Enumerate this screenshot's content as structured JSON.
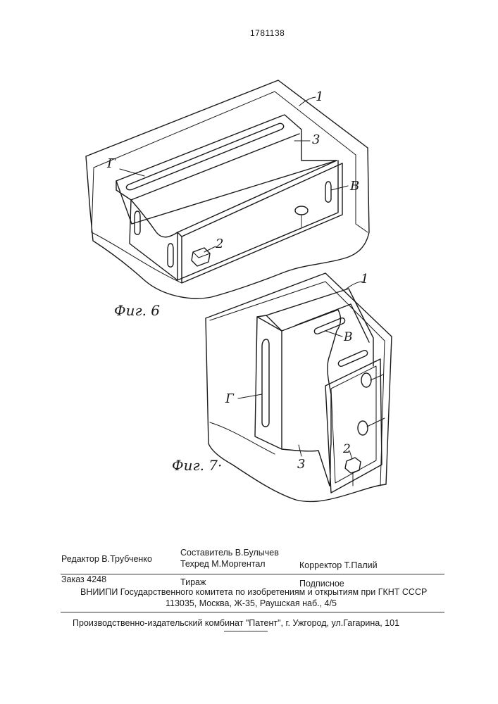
{
  "header": {
    "patent_number": "1781138"
  },
  "figures": {
    "fig6": {
      "caption": "Фиг. 6",
      "labels": {
        "part1": "1",
        "part3": "3",
        "g": "Г",
        "v": "В",
        "part2": "2"
      }
    },
    "fig7": {
      "caption": "Фиг. 7·",
      "labels": {
        "part1": "1",
        "v": "В",
        "g": "Г",
        "part2": "2",
        "part3": "3"
      }
    }
  },
  "imprint": {
    "editor": "Редактор В.Трубченко",
    "compiler": "Составитель В.Булычев",
    "techred": "Техред М.Моргентал",
    "corrector": "Корректор Т.Палий",
    "order": "Заказ 4248",
    "circulation": "Тираж",
    "subscription": "Подписное",
    "institute": "ВНИИПИ Государственного комитета по изобретениям и открытиям при ГКНТ СССР",
    "address": "113035, Москва, Ж-35, Раушская наб., 4/5",
    "publisher": "Производственно-издательский комбинат \"Патент\", г. Ужгород, ул.Гагарина, 101"
  }
}
